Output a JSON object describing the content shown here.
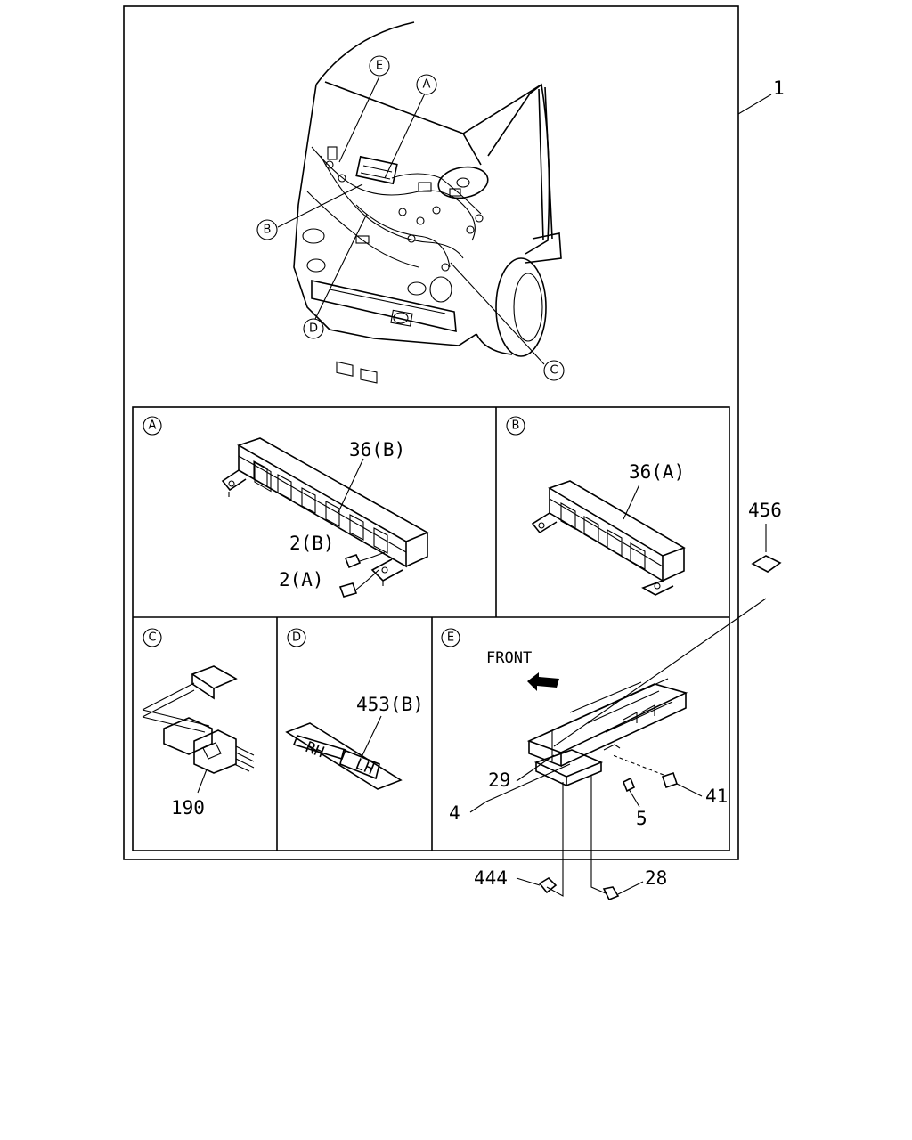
{
  "circle_letters": {
    "A": "A",
    "B": "B",
    "C": "C",
    "D": "D",
    "E": "E"
  },
  "part_labels": {
    "assembly": "1",
    "p36b": "36(B)",
    "p36a": "36(A)",
    "p2b": "2(B)",
    "p2a": "2(A)",
    "p456": "456",
    "p190": "190",
    "p453b": "453(B)",
    "p29": "29",
    "p4": "4",
    "p5": "5",
    "p41": "41",
    "p444": "444",
    "p28": "28"
  },
  "arrow_text": "FRONT",
  "arrow_marks": {
    "left": "RH",
    "right": "LH"
  }
}
